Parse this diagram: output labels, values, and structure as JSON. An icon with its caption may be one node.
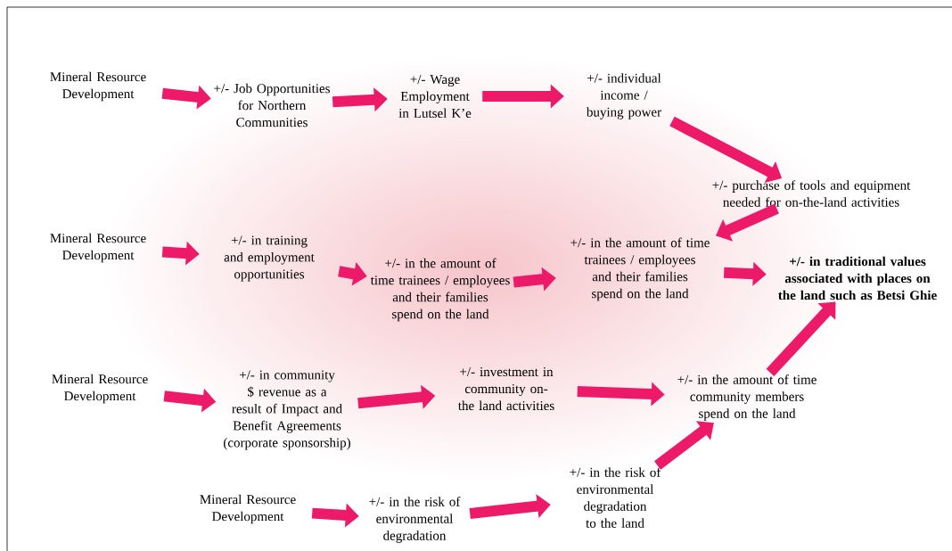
{
  "diagram": {
    "nodes": [
      {
        "text": [
          "Mineral Resource Development"
        ]
      },
      {
        "text": [
          "+/- Job Opportunities for Northern Communities"
        ]
      },
      {
        "text": [
          "+/- Wage Employment in Lutsel K’e"
        ]
      },
      {
        "text": [
          "+/- individual income / buying power"
        ]
      },
      {
        "text": [
          "+/- purchase of tools and equipment needed for on-the-land activities"
        ]
      },
      {
        "text": [
          "Mineral Resource Development"
        ]
      },
      {
        "text": [
          "+/- in training and employment opportunities"
        ]
      },
      {
        "text": [
          "+/- in the amount of time trainees / employees and their families spend on the land"
        ]
      },
      {
        "text": [
          "+/- in the amount of time trainees / employees and their families spend on the land"
        ]
      },
      {
        "text": [
          "+/- in traditional values associated with places on the land such as Betsi Ghie"
        ]
      },
      {
        "text": [
          "Mineral Resource Development"
        ]
      },
      {
        "text": [
          "+/- in community $ revenue as a result of Impact and Benefit Agreements (corporate sponsorship)"
        ]
      },
      {
        "text": [
          "+/- investment in community on-the land activities"
        ]
      },
      {
        "text": [
          "+/- in the amount of time community members spend on the land"
        ]
      },
      {
        "text": [
          "Mineral Resource Development"
        ]
      },
      {
        "text": [
          "+/- in the risk of environmental degradation"
        ]
      },
      {
        "text": [
          "+/- in the risk of environmental degradation to the land"
        ]
      }
    ],
    "edges": [
      {
        "from": 0,
        "to": 1,
        "arrow": "to"
      },
      {
        "from": 1,
        "to": 2,
        "arrow": "to"
      },
      {
        "from": 2,
        "to": 3,
        "arrow": "to"
      },
      {
        "from": 3,
        "to": 4,
        "arrow": "to"
      },
      {
        "from": 4,
        "to": 8,
        "arrow": "to"
      },
      {
        "from": 5,
        "to": 6,
        "arrow": "to"
      },
      {
        "from": 6,
        "to": 7,
        "arrow": "to"
      },
      {
        "from": 7,
        "to": 8,
        "arrow": "to"
      },
      {
        "from": 8,
        "to": 9,
        "arrow": "to"
      },
      {
        "from": 10,
        "to": 11,
        "arrow": "to"
      },
      {
        "from": 11,
        "to": 12,
        "arrow": "to"
      },
      {
        "from": 12,
        "to": 13,
        "arrow": "to"
      },
      {
        "from": 13,
        "to": 9,
        "arrow": "to"
      },
      {
        "from": 14,
        "to": 15,
        "arrow": "to"
      },
      {
        "from": 15,
        "to": 16,
        "arrow": "to"
      },
      {
        "from": 16,
        "to": 13,
        "arrow": "to"
      }
    ]
  }
}
